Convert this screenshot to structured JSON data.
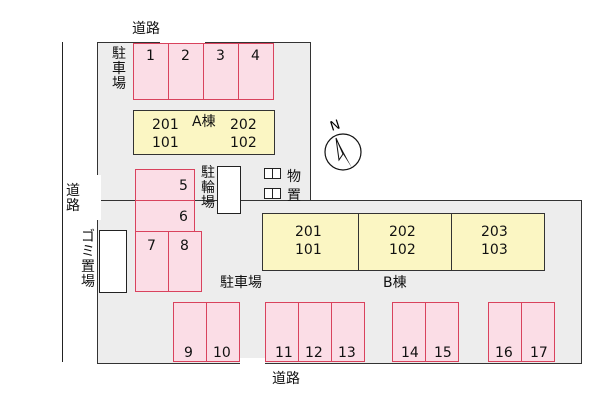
{
  "roads": {
    "top": "道路",
    "left": "道路",
    "bottom": "道路"
  },
  "facilities": {
    "parking_top": "駐車場",
    "parking_main": "駐車場",
    "bicycle_parking": "駐輪場",
    "storage": "物置",
    "garbage": "ゴミ置場"
  },
  "compass": {
    "label": "N"
  },
  "building_a": {
    "name": "A棟",
    "units": [
      "201",
      "202",
      "101",
      "102"
    ]
  },
  "building_b": {
    "name": "B棟",
    "units": [
      "201",
      "202",
      "203",
      "101",
      "102",
      "103"
    ]
  },
  "stalls": [
    "1",
    "2",
    "3",
    "4",
    "5",
    "6",
    "7",
    "8",
    "9",
    "10",
    "11",
    "12",
    "13",
    "14",
    "15",
    "16",
    "17"
  ],
  "colors": {
    "lot": "#ededed",
    "stall_fill": "#fbdde6",
    "stall_border": "#d9425d",
    "building_fill": "#fbf6c3"
  }
}
